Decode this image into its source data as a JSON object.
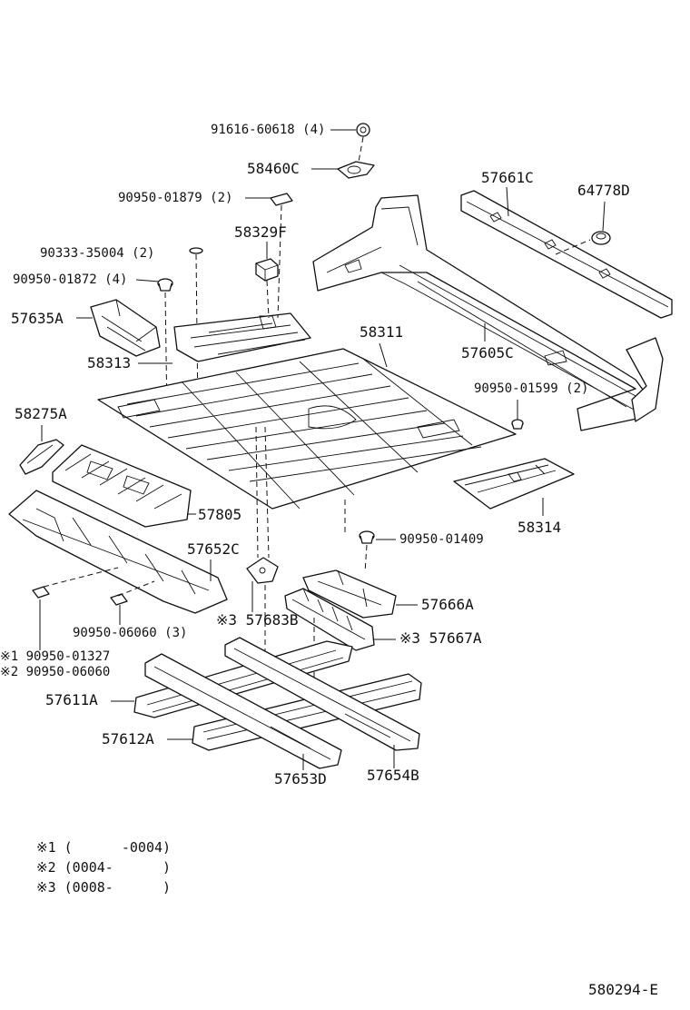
{
  "diagram_id": "580294-E",
  "labels": {
    "p91616": "91616-60618 (4)",
    "p58460C": "58460C",
    "p90950_01879": "90950-01879 (2)",
    "p58329F": "58329F",
    "p90333": "90333-35004 (2)",
    "p90950_01872": "90950-01872 (4)",
    "p57635A": "57635A",
    "p58313": "58313",
    "p58311": "58311",
    "p57661C": "57661C",
    "p64778D": "64778D",
    "p57605C": "57605C",
    "p90950_01599": "90950-01599 (2)",
    "p58275A": "58275A",
    "p57805": "57805",
    "p58314": "58314",
    "p90950_01409": "90950-01409",
    "p57652C": "57652C",
    "p57666A": "57666A",
    "p57683B": "※3 57683B",
    "p57667A": "※3 57667A",
    "p90950_06060_3": "90950-06060 (3)",
    "p90950_01327": "※1 90950-01327",
    "p90950_06060": "※2 90950-06060",
    "p57611A": "57611A",
    "p57612A": "57612A",
    "p57653D": "57653D",
    "p57654B": "57654B"
  },
  "legend": [
    "※1 (      -0004)",
    "※2 (0004-      )",
    "※3 (0008-      )"
  ]
}
